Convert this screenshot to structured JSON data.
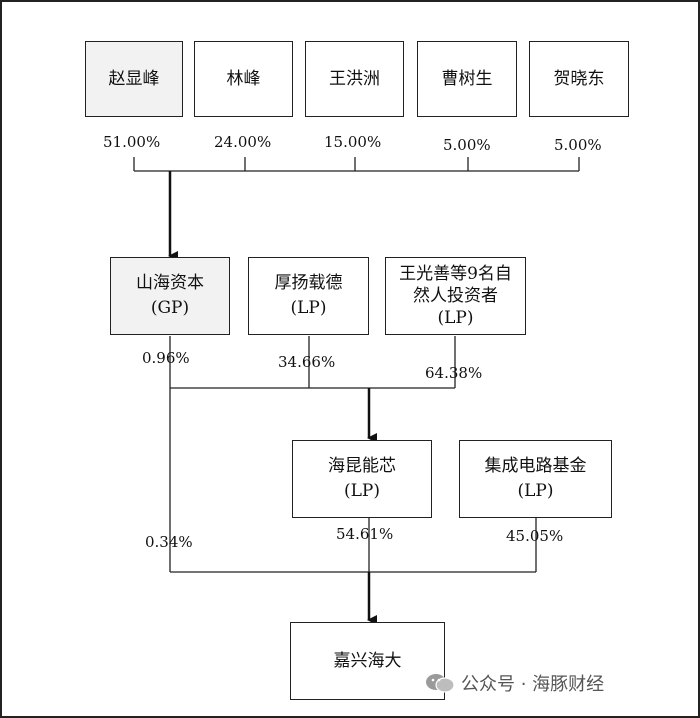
{
  "top_shareholders": [
    {
      "name": "赵显峰",
      "pct": "51.00%"
    },
    {
      "name": "林峰",
      "pct": "24.00%"
    },
    {
      "name": "王洪洲",
      "pct": "15.00%"
    },
    {
      "name": "曹树生",
      "pct": "5.00%"
    },
    {
      "name": "贺晓东",
      "pct": "5.00%"
    }
  ],
  "second_level": [
    {
      "line1": "山海资本",
      "line2": "(GP)",
      "pct": "0.96%"
    },
    {
      "line1": "厚扬载德",
      "line2": "(LP)",
      "pct": "34.66%"
    },
    {
      "line1": "王光善等9名自",
      "line2": "然人投资者",
      "line3": "(LP)",
      "pct": "64.38%"
    }
  ],
  "third_level": [
    {
      "line1": "海昆能芯",
      "line2": "(LP)",
      "pct": "54.61%"
    },
    {
      "line1": "集成电路基金",
      "line2": "(LP)",
      "pct": "45.05%"
    }
  ],
  "direct_pct": "0.34%",
  "target": {
    "name": "嘉兴海大"
  },
  "watermark": "公众号 · 海豚财经"
}
